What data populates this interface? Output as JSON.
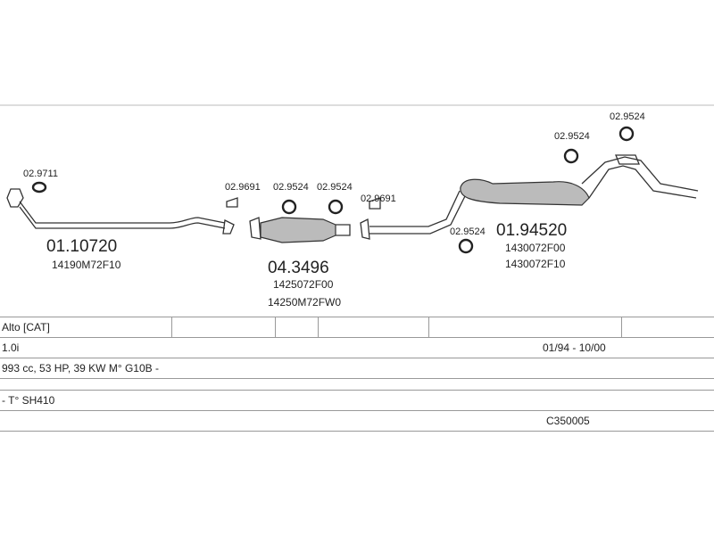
{
  "parts": {
    "front_pipe": {
      "number": "01.10720",
      "refs": [
        "14190M72F10"
      ]
    },
    "catalyst": {
      "number": "04.3496",
      "refs": [
        "1425072F00",
        "14250M72FW0"
      ]
    },
    "rear_silencer": {
      "number": "01.94520",
      "refs": [
        "1430072F00",
        "1430072F10"
      ]
    }
  },
  "accessories": {
    "a1": "02.9711",
    "a2": "02.9691",
    "a3": "02.9524",
    "a4": "02.9524",
    "a5": "02.9691",
    "a6": "02.9524",
    "a7": "02.9524",
    "a8": "02.9524"
  },
  "vehicle_table": {
    "model": "Alto  [CAT]",
    "engine": "1.0i",
    "period": "01/94 - 10/00",
    "specs": "993 cc, 53 HP, 39 KW M° G10B -",
    "type": "- T° SH410",
    "code": "C350005"
  }
}
